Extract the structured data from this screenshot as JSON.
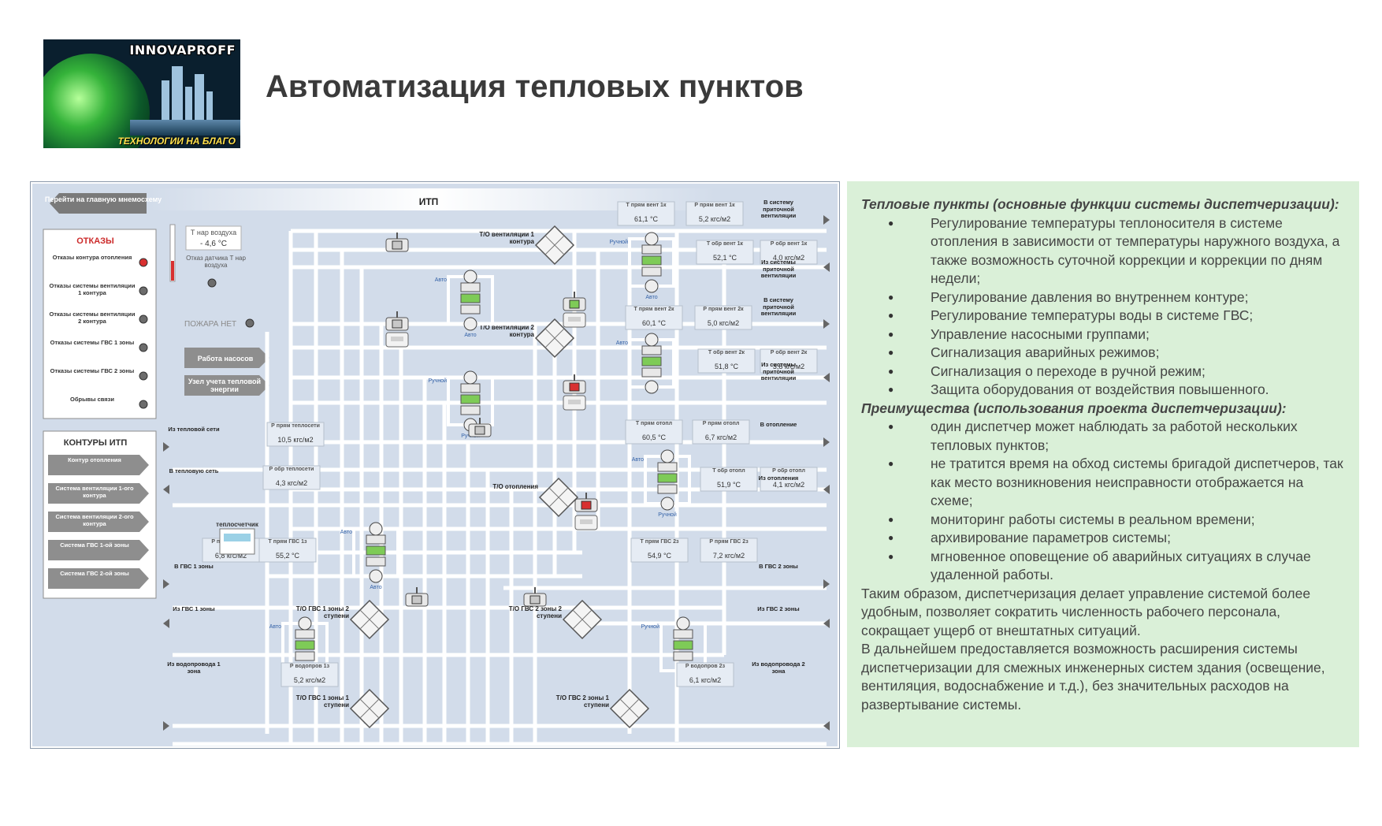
{
  "logo": {
    "brand": "INNOVAPROFF",
    "slogan": "ТЕХНОЛОГИИ НА БЛАГО"
  },
  "slide_title": "Автоматизация тепловых пунктов",
  "scada": {
    "header": "ИТП",
    "nav_button": "Перейти на главную мнемосхему",
    "faults": {
      "title": "ОТКАЗЫ",
      "items": [
        {
          "label": "Отказы контура отопления",
          "color": "#d83030"
        },
        {
          "label": "Отказы системы вентиляции 1 контура",
          "color": "#6c6c6c"
        },
        {
          "label": "Отказы системы вентиляции 2 контура",
          "color": "#6c6c6c"
        },
        {
          "label": "Отказы системы ГВС 1 зоны",
          "color": "#6c6c6c"
        },
        {
          "label": "Отказы системы ГВС 2 зоны",
          "color": "#6c6c6c"
        },
        {
          "label": "Обрывы связи",
          "color": "#6c6c6c"
        }
      ]
    },
    "circuits": {
      "title": "КОНТУРЫ ИТП",
      "items": [
        "Контур отопления",
        "Система вентиляции 1-ого контура",
        "Система вентиляции 2-ого контура",
        "Система ГВС 1-ой зоны",
        "Система ГВС 2-ой зоны"
      ]
    },
    "outside_air": {
      "label": "Т нар воздуха",
      "value": "- 4,6 °С"
    },
    "sensor_fault": "Отказ датчика Т нар воздуха",
    "fire": "ПОЖАРА НЕТ",
    "pumps_button": "Работа насосов",
    "meter_button": "Узел учета тепловой энергии",
    "heat_meter": "теплосчетчик",
    "words": {
      "auto": "Авто",
      "manual": "Ручной"
    },
    "exchangers": {
      "vent1": "Т/О вентиляции 1 контура",
      "vent2": "Т/О вентиляции 2 контура",
      "heating": "Т/О отопления",
      "gvs1_2": "Т/О ГВС 1 зоны 2 ступени",
      "gvs2_2": "Т/О ГВС 2 зоны 2 ступени",
      "gvs1_1": "Т/О ГВС 1 зоны 1 ступени",
      "gvs2_1": "Т/О ГВС 2 зоны 1 ступени"
    },
    "readings": {
      "t_pr_v1": {
        "label": "Т прям вент 1к",
        "value": "61,1 °С"
      },
      "p_pr_v1": {
        "label": "Р прям вент 1к",
        "value": "5,2 кгс/м2"
      },
      "t_ob_v1": {
        "label": "Т обр вент 1к",
        "value": "52,1 °С"
      },
      "p_ob_v1": {
        "label": "Р обр вент 1к",
        "value": "4,0 кгс/м2"
      },
      "t_pr_v2": {
        "label": "Т прям вент 2к",
        "value": "60,1 °С"
      },
      "p_pr_v2": {
        "label": "Р прям вент 2к",
        "value": "5,0 кгс/м2"
      },
      "t_ob_v2": {
        "label": "Т обр вент 2к",
        "value": "51,8 °С"
      },
      "p_ob_v2": {
        "label": "Р обр вент 2к",
        "value": "3,8 кгс/м2"
      },
      "t_pr_ot": {
        "label": "Т прям отопл",
        "value": "60,5 °С"
      },
      "p_pr_ot": {
        "label": "Р прям отопл",
        "value": "6,7 кгс/м2"
      },
      "t_ob_ot": {
        "label": "Т обр отопл",
        "value": "51,9 °С"
      },
      "p_ob_ot": {
        "label": "Р обр отопл",
        "value": "4,1 кгс/м2"
      },
      "p_pr_hn": {
        "label": "Р прям теплосети",
        "value": "10,5 кгс/м2"
      },
      "p_ob_hn": {
        "label": "Р обр теплосети",
        "value": "4,3 кгс/м2"
      },
      "p_gvs1": {
        "label": "Р прям ГВС 1з",
        "value": "6,8 кгс/м2"
      },
      "t_gvs1": {
        "label": "Т прям ГВС 1з",
        "value": "55,2 °С"
      },
      "t_gvs2": {
        "label": "Т прям ГВС 2з",
        "value": "54,9 °С"
      },
      "p_gvs2": {
        "label": "Р прям ГВС 2з",
        "value": "7,2 кгс/м2"
      },
      "p_w1": {
        "label": "Р водопров 1з",
        "value": "5,2 кгс/м2"
      },
      "p_w2": {
        "label": "Р водопров 2з",
        "value": "6,1 кгс/м2"
      }
    },
    "ports": {
      "to_vent1": "В систему приточной вентиляции",
      "from_vent1": "Из системы приточной вентиляции",
      "to_vent2": "В систему приточной вентиляции",
      "from_vent2": "Из системы приточной вентиляции",
      "to_heating": "В отопление",
      "from_heating": "Из отопления",
      "from_heatnet": "Из тепловой сети",
      "to_heatnet": "В тепловую сеть",
      "to_gvs1": "В ГВС 1 зоны",
      "from_gvs1": "Из ГВС 1 зоны",
      "to_gvs2": "В ГВС 2 зоны",
      "from_gvs2": "Из ГВС 2 зоны",
      "from_w1": "Из водопровода 1 зона",
      "from_w2": "Из водопровода 2 зона"
    }
  },
  "info": {
    "heading1": "Тепловые пункты (основные функции системы диспетчеризации):",
    "functions": [
      "Регулирование температуры теплоносителя в системе отопления в зависимости от температуры наружного воздуха, а также возможность суточной коррекции и коррекции по дням недели;",
      "Регулирование давления во внутреннем контуре;",
      "Регулирование температуры воды в системе ГВС;",
      "Управление насосными группами;",
      "Сигнализация аварийных режимов;",
      "Сигнализация о переходе в ручной режим;",
      "Защита оборудования от воздействия повышенного."
    ],
    "heading2": "Преимущества (использования проекта диспетчеризации):",
    "advantages": [
      "один диспетчер может наблюдать за работой нескольких тепловых пунктов;",
      "не тратится время на обход системы бригадой диспетчеров, так как место возникновения неисправности отображается на схеме;",
      "мониторинг работы системы в реальном времени;",
      "архивирование параметров системы;",
      "мгновенное оповещение об аварийных ситуациях в случае удаленной работы."
    ],
    "para1": "Таким образом, диспетчеризация делает управление системой более удобным, позволяет сократить численность рабочего персонала, сокращает ущерб от внештатных ситуаций.",
    "para2": "В дальнейшем предоставляется возможность расширения системы диспетчеризации для смежных инженерных систем здания (освещение, вентиляция, водоснабжение и т.д.), без значительных расходов на развертывание системы."
  }
}
